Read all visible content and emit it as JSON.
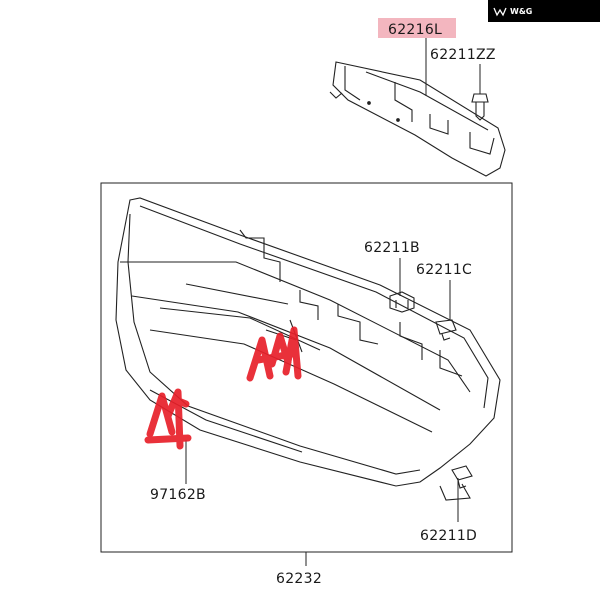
{
  "watermark": {
    "text": "W&G",
    "background": "#000000"
  },
  "callouts": {
    "upper_bracket": "62216L",
    "upper_clip": "62211ZZ",
    "clip_b": "62211B",
    "clip_c": "62211C",
    "emblem": "97162B",
    "clip_d": "62211D",
    "grille_assembly": "62232"
  },
  "colors": {
    "highlight": "#f3b6bf",
    "marker": "#e8202a",
    "line": "#222222"
  }
}
